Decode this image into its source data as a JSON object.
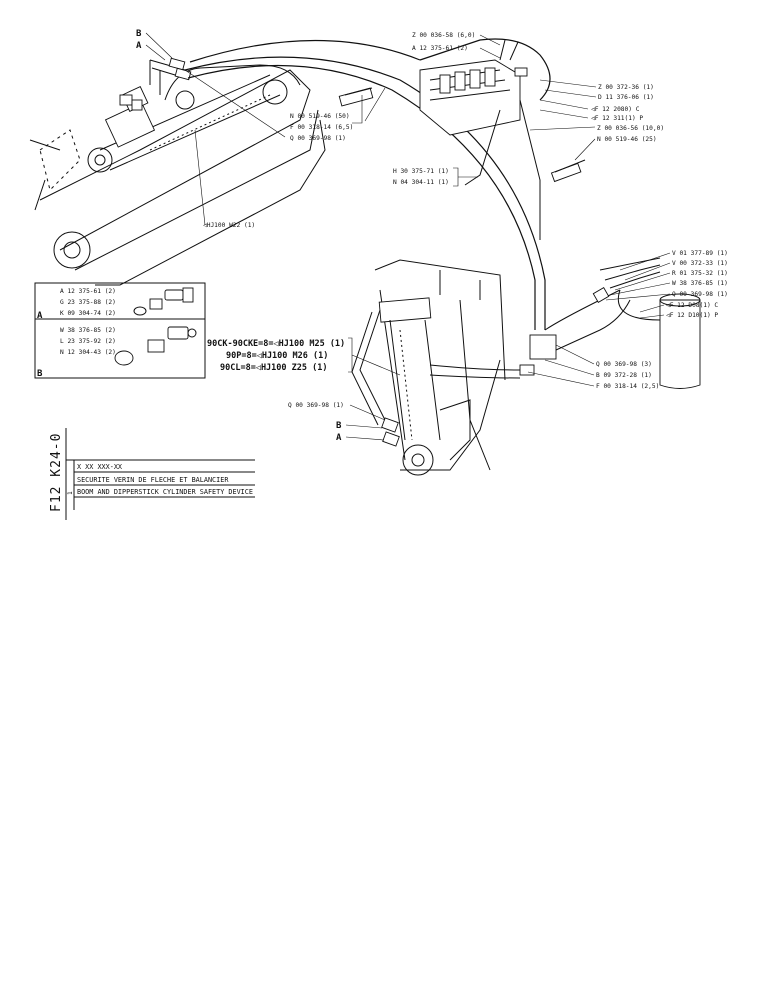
{
  "callouts_top": [
    {
      "id": "z0003658",
      "text": "Z 00 036-58 (6,0)"
    },
    {
      "id": "a1237561",
      "text": "A 12 375-61 (2)"
    },
    {
      "id": "z0037236",
      "text": "Z 00 372-36 (1)"
    },
    {
      "id": "d1137606",
      "text": "D 11 376-06 (1)"
    },
    {
      "id": "f122080",
      "text": "◁F 12 2080) C"
    },
    {
      "id": "f12311",
      "text": "◁F 12 311(1) P"
    },
    {
      "id": "z0003656",
      "text": "Z 00 036-56 (10,0)"
    },
    {
      "id": "n0051946_25",
      "text": "N 00 519-46 (25)"
    },
    {
      "id": "n0051946_50",
      "text": "N 00 519-46 (50)"
    },
    {
      "id": "f0031814_65",
      "text": "F 00 318-14 (6,5)"
    },
    {
      "id": "q0036998_top",
      "text": "Q 00 369-98 (1)"
    },
    {
      "id": "h3037571",
      "text": "H 30 375-71 (1)"
    },
    {
      "id": "n0430411",
      "text": "N 04 304-11 (1)"
    },
    {
      "id": "hj100w22",
      "text": "◁HJ100  W22 (1)"
    }
  ],
  "callouts_right": [
    {
      "id": "v0137789",
      "text": "V 01 377-89 (1)"
    },
    {
      "id": "v0037233",
      "text": "V 00 372-33 (1)"
    },
    {
      "id": "r0137532",
      "text": "R 01 375-32 (1)"
    },
    {
      "id": "w3837685_r",
      "text": "W 38 376-85 (1)"
    },
    {
      "id": "q0036998_r",
      "text": "Q 00 369-98 (1)"
    },
    {
      "id": "f12d08",
      "text": "◁F 12 D08(1) C"
    },
    {
      "id": "f12d10",
      "text": "◁F 12 D10(1) P"
    }
  ],
  "callouts_bottom": [
    {
      "id": "q0036998_3",
      "text": "Q 00 369-98 (3)"
    },
    {
      "id": "b0937228",
      "text": "B 09 372-28 (1)"
    },
    {
      "id": "f0031814_25",
      "text": "F 00 318-14 (2,5)"
    },
    {
      "id": "q0036998_left",
      "text": "Q 00 369-98 (1)"
    }
  ],
  "model_lines": [
    {
      "id": "m1",
      "text": "90CK-90CKE=8=◁HJ100 M25 (1)"
    },
    {
      "id": "m2",
      "text": "90P=8=◁HJ100 M26 (1)"
    },
    {
      "id": "m3",
      "text": "90CL=8=◁HJ100 Z25 (1)"
    }
  ],
  "letters": {
    "b": "B",
    "a": "A",
    "p": "P",
    "c": "C"
  },
  "legend_a": {
    "label": "A",
    "items": [
      {
        "text": "A 12 375-61 (2)"
      },
      {
        "text": "G 23 375-88 (2)"
      },
      {
        "text": "K 09 304-74 (2)"
      }
    ]
  },
  "legend_b": {
    "label": "B",
    "items": [
      {
        "text": "W 38 376-85 (2)"
      },
      {
        "text": "L 23 375-92 (2)"
      },
      {
        "text": "N 12 304-43 (2)"
      }
    ]
  },
  "title_block": {
    "code": "F12 K24-0",
    "ref": "X XX XXX-XX",
    "line_fr": "SECURITE VERIN DE FLECHE ET BALANCIER",
    "line_en": "BOOM AND DIPPERSTICK CYLINDER SAFETY DEVICE",
    "side": "1"
  }
}
